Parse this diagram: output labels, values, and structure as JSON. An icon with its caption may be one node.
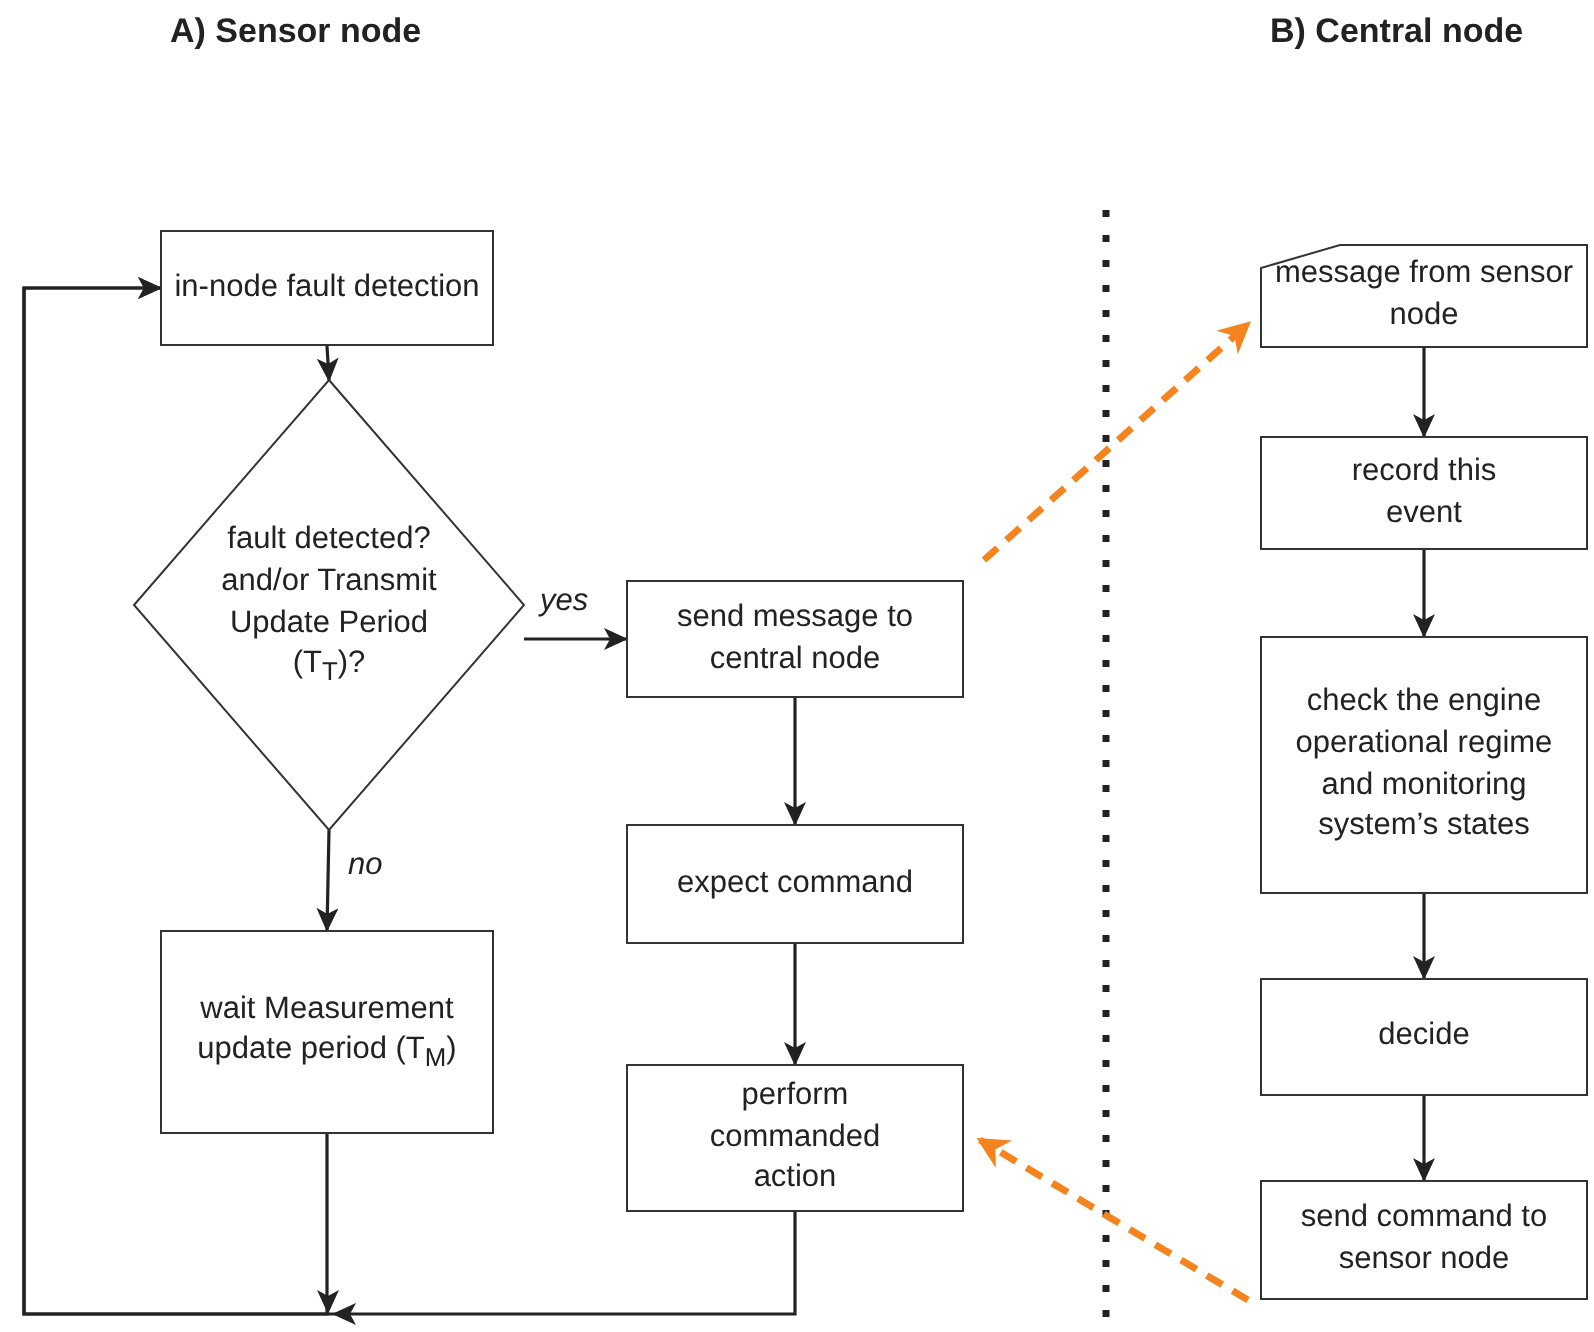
{
  "diagram": {
    "nodes": [
      {
        "text": [
          "in-node fault detection"
        ]
      },
      {
        "text": [
          "fault detected? and/or Transmit Update Period (T$_{T}$)?"
        ]
      },
      {
        "text": [
          "send message to central node"
        ]
      },
      {
        "text": [
          "expect command"
        ]
      },
      {
        "text": [
          "wait Measurement update period (T$_{M}$)"
        ]
      },
      {
        "text": [
          "perform commanded action"
        ]
      },
      {
        "text": [
          "message from sensor node"
        ]
      },
      {
        "text": [
          "record this event"
        ]
      },
      {
        "text": [
          "check the engine operational regime and monitoring system’s states"
        ]
      },
      {
        "text": [
          "decide"
        ]
      },
      {
        "text": [
          "send command to sensor node"
        ]
      }
    ],
    "edges": [
      {
        "from": 0,
        "to": 1,
        "arrow": "to"
      },
      {
        "from": 1,
        "to": 2,
        "arrow": "to",
        "label": "yes"
      },
      {
        "from": 1,
        "to": 4,
        "arrow": "to",
        "label": "no"
      },
      {
        "from": 2,
        "to": 3,
        "arrow": "to"
      },
      {
        "from": 3,
        "to": 5,
        "arrow": "to"
      },
      {
        "from": 4,
        "to": 0,
        "arrow": "to"
      },
      {
        "from": 5,
        "to": 0,
        "arrow": "to"
      },
      {
        "from": 2,
        "to": 6,
        "arrow": "to",
        "style": "dashed",
        "color": "#f5841f"
      },
      {
        "from": 10,
        "to": 5,
        "arrow": "to",
        "style": "dashed",
        "color": "#f5841f"
      },
      {
        "from": 6,
        "to": 7,
        "arrow": "to"
      },
      {
        "from": 7,
        "to": 8,
        "arrow": "to"
      },
      {
        "from": 8,
        "to": 9,
        "arrow": "to"
      },
      {
        "from": 9,
        "to": 10,
        "arrow": "to"
      }
    ],
    "labels": [
      "A) Sensor node",
      "B) Central node"
    ]
  }
}
